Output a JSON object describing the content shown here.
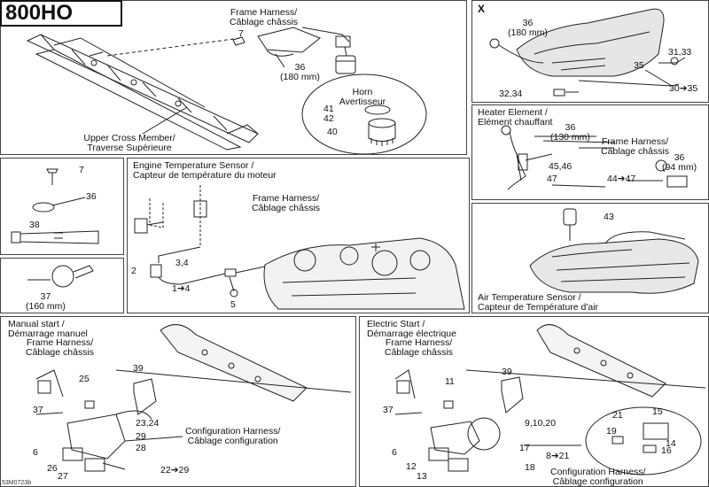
{
  "model_title": "800HO",
  "drawing_ref": "53M0723b",
  "panel_main": {
    "frame_harness": [
      "Frame Harness/",
      "Câblage châssis"
    ],
    "part_7": "7",
    "part_36": "36",
    "len_36": "(180 mm)",
    "horn": [
      "Horn",
      "Avertisseur"
    ],
    "part_41": "41",
    "part_42": "42",
    "part_40": "40",
    "upper_cross": [
      "Upper Cross Member/",
      "Traverse Supérieure"
    ]
  },
  "panel_x": {
    "mark": "X",
    "part_36": "36",
    "len_36": "(180 mm)",
    "part_31_33": "31,33",
    "part_35": "35",
    "part_32_34": "32,34",
    "part_30_35": "30",
    "part_30_35_b": "35"
  },
  "panel_heater": {
    "title": [
      "Heater Element /",
      "Elément chauffant"
    ],
    "part_36a": "36",
    "len_36a": "(130 mm)",
    "frame_harness": [
      "Frame Harness/",
      "Câblage châssis"
    ],
    "part_36b": "36",
    "len_36b": "(94 mm)",
    "part_45_46": "45,46",
    "part_47": "47",
    "part_44": "44",
    "part_47b": "47"
  },
  "panel_hardware": {
    "part_7": "7",
    "part_36": "36",
    "part_38": "38"
  },
  "panel_clamp": {
    "part_37": "37",
    "len_37": "(160 mm)"
  },
  "panel_engine": {
    "title": [
      "Engine Temperature Sensor /",
      "Capteur de température du moteur"
    ],
    "frame_harness": [
      "Frame Harness/",
      "Câblage châssis"
    ],
    "part_2": "2",
    "part_3_4": "3,4",
    "part_1": "1",
    "part_4": "4",
    "part_5": "5"
  },
  "panel_air": {
    "part_43": "43",
    "title": [
      "Air Temperature Sensor /",
      "Capteur de Température d'air"
    ]
  },
  "panel_manual": {
    "title": [
      "Manual start /",
      "Démarrage manuel"
    ],
    "frame_harness": [
      "Frame Harness/",
      "Câblage châssis"
    ],
    "part_25": "25",
    "part_39": "39",
    "part_37": "37",
    "part_23_24": "23,24",
    "part_29": "29",
    "part_28": "28",
    "part_6": "6",
    "part_26": "26",
    "part_27": "27",
    "part_22": "22",
    "part_29b": "29",
    "config": [
      "Configuration Harness/",
      "Câblage configuration"
    ]
  },
  "panel_electric": {
    "title": [
      "Electric Start /",
      "Démarrage électrique"
    ],
    "frame_harness": [
      "Frame Harness/",
      "Câblage châssis"
    ],
    "part_11": "11",
    "part_39": "39",
    "part_37": "37",
    "part_9_10_20": "9,10,20",
    "part_6": "6",
    "part_17": "17",
    "part_8": "8",
    "part_21": "21",
    "part_12": "12",
    "part_13": "13",
    "part_18": "18",
    "part_21b": "21",
    "part_15": "15",
    "part_19": "19",
    "part_14": "14",
    "part_16": "16",
    "config": [
      "Configuration Harness/",
      "Câblage configuration"
    ]
  }
}
